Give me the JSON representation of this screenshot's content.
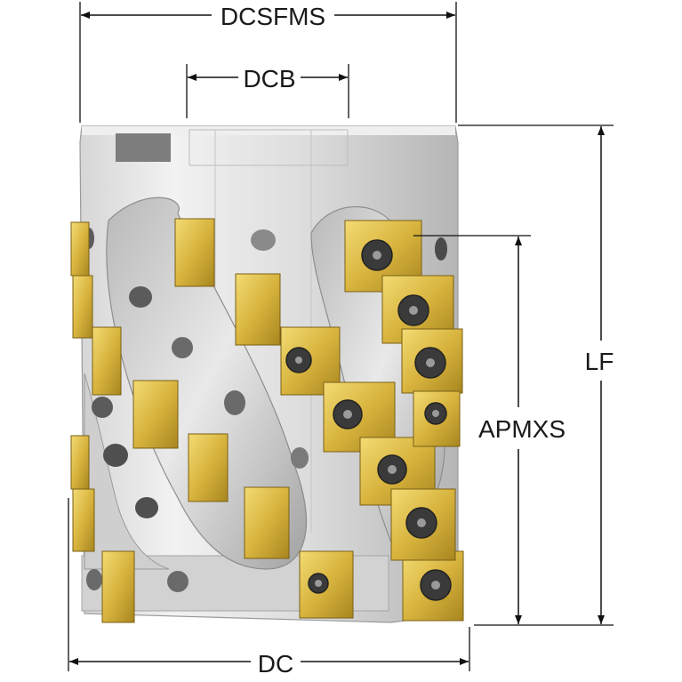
{
  "dimensions": {
    "dcsfms": "DCSFMS",
    "dcb": "DCB",
    "lf": "LF",
    "apmxs": "APMXS",
    "dc": "DC"
  },
  "colors": {
    "body_light": "#e6e6e6",
    "body_mid": "#c9c9c9",
    "body_dark": "#8c8c8c",
    "insert_gold": "#d8b43e",
    "insert_gold_light": "#f0d56a",
    "insert_gold_dark": "#9c7d1c",
    "screw": "#3a3a3a",
    "dim_line": "#111111"
  },
  "icons": {
    "screw": "torx-screw-icon",
    "arrow": "arrowhead-icon"
  }
}
